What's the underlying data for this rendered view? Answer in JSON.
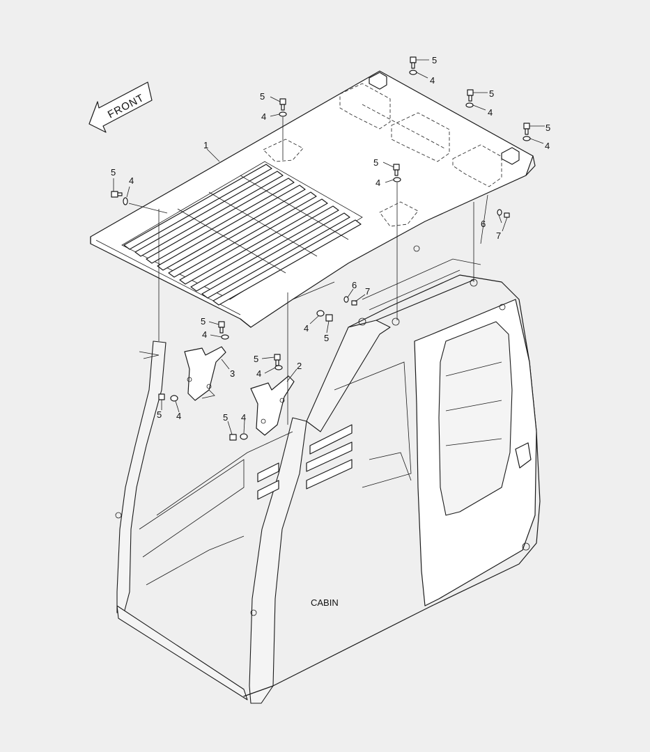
{
  "front_arrow": {
    "text": "FRONT"
  },
  "cabin_label": "CABIN",
  "callouts": [
    {
      "id": "c1",
      "text": "1"
    },
    {
      "id": "c2",
      "text": "2"
    },
    {
      "id": "c3",
      "text": "3"
    },
    {
      "id": "c4a",
      "text": "4"
    },
    {
      "id": "c4b",
      "text": "4"
    },
    {
      "id": "c4c",
      "text": "4"
    },
    {
      "id": "c4d",
      "text": "4"
    },
    {
      "id": "c4e",
      "text": "4"
    },
    {
      "id": "c4f",
      "text": "4"
    },
    {
      "id": "c4g",
      "text": "4"
    },
    {
      "id": "c4h",
      "text": "4"
    },
    {
      "id": "c4i",
      "text": "4"
    },
    {
      "id": "c4j",
      "text": "4"
    },
    {
      "id": "c4k",
      "text": "4"
    },
    {
      "id": "c5a",
      "text": "5"
    },
    {
      "id": "c5b",
      "text": "5"
    },
    {
      "id": "c5c",
      "text": "5"
    },
    {
      "id": "c5d",
      "text": "5"
    },
    {
      "id": "c5e",
      "text": "5"
    },
    {
      "id": "c5f",
      "text": "5"
    },
    {
      "id": "c5g",
      "text": "5"
    },
    {
      "id": "c5h",
      "text": "5"
    },
    {
      "id": "c5i",
      "text": "5"
    },
    {
      "id": "c5j",
      "text": "5"
    },
    {
      "id": "c5k",
      "text": "5"
    },
    {
      "id": "c6a",
      "text": "6"
    },
    {
      "id": "c6b",
      "text": "6"
    },
    {
      "id": "c7a",
      "text": "7"
    },
    {
      "id": "c7b",
      "text": "7"
    }
  ]
}
